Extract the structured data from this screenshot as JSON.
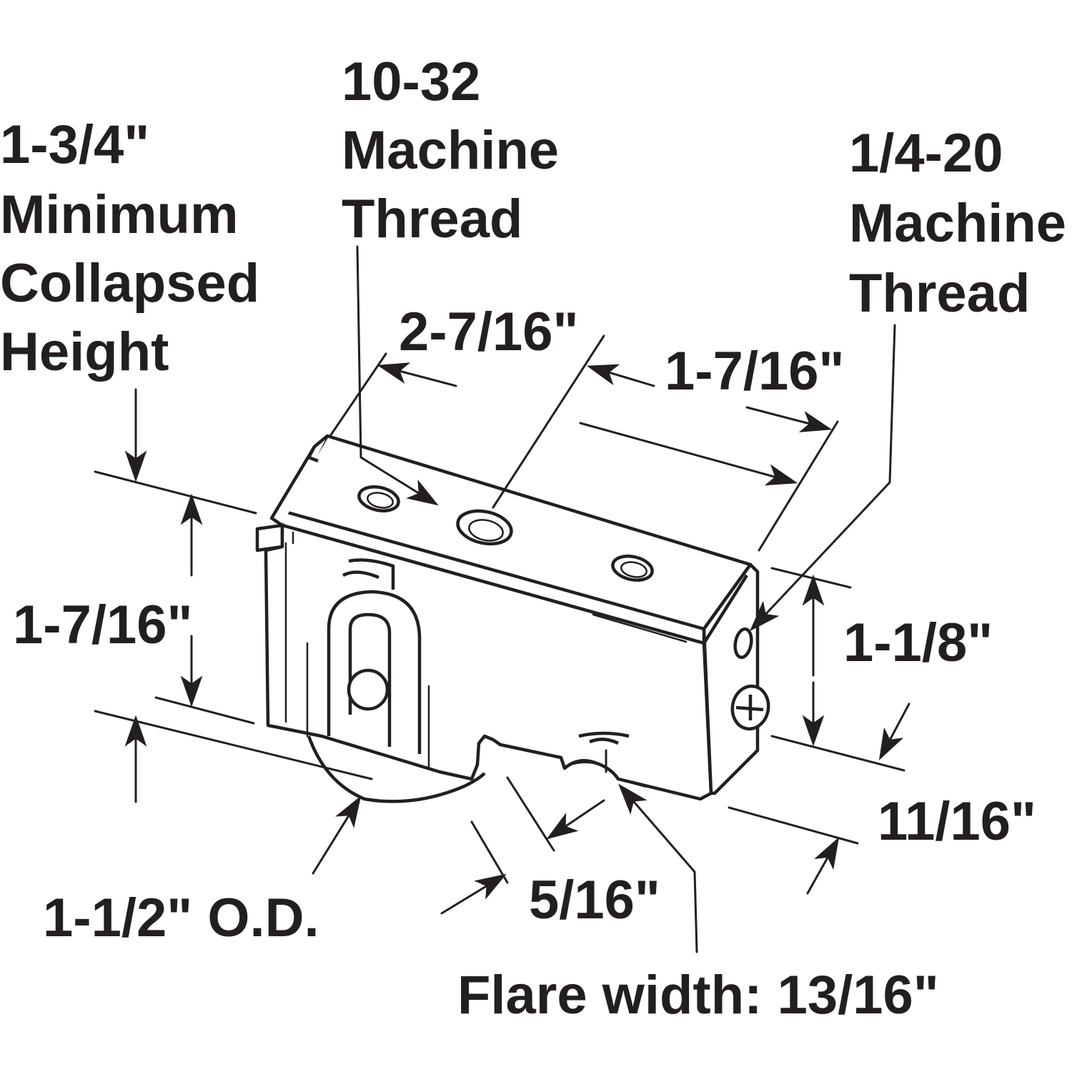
{
  "labels": {
    "min_height": [
      "1-3/4\"",
      "Minimum",
      "Collapsed",
      "Height"
    ],
    "thread_10_32": [
      "10-32",
      "Machine",
      "Thread"
    ],
    "thread_1_4_20": [
      "1/4-20",
      "Machine",
      "Thread"
    ],
    "dim_2_7_16": "2-7/16\"",
    "dim_1_7_16_top": "1-7/16\"",
    "dim_1_7_16_left": "1-7/16\"",
    "dim_1_1_8": "1-1/8\"",
    "dim_11_16": "11/16\"",
    "dim_5_16": "5/16\"",
    "dim_od": "1-1/2\" O.D.",
    "flare_width": "Flare width: 13/16\""
  },
  "colors": {
    "ink": "#231f20",
    "background": "#ffffff"
  }
}
